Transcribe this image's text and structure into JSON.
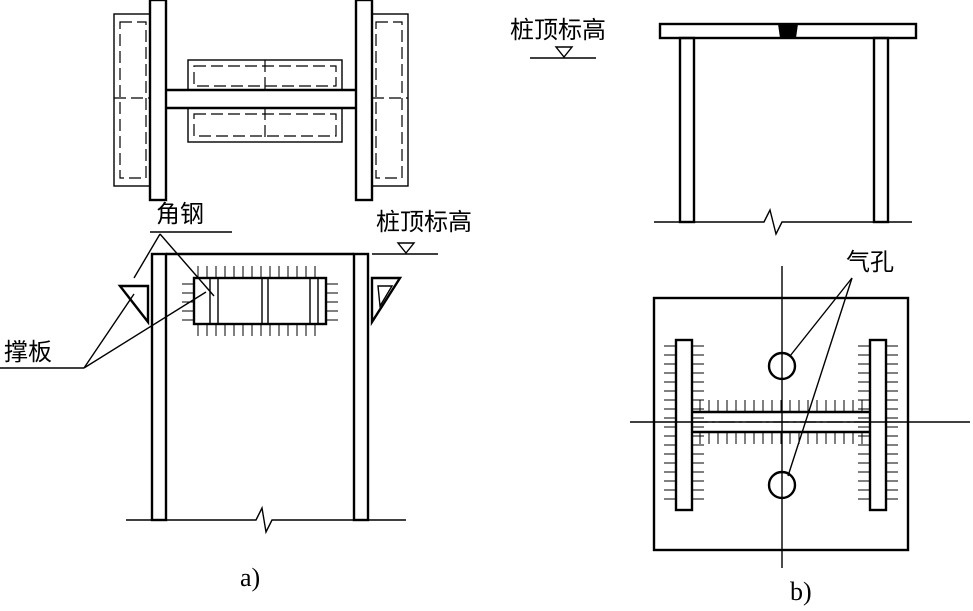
{
  "labels": {
    "angle_steel": "角钢",
    "brace_plate": "撑板",
    "pile_top_elevation_a": "桩顶标高",
    "pile_top_elevation_b": "桩顶标高",
    "vent_hole": "气孔"
  },
  "captions": {
    "a": "a)",
    "b": "b)"
  }
}
